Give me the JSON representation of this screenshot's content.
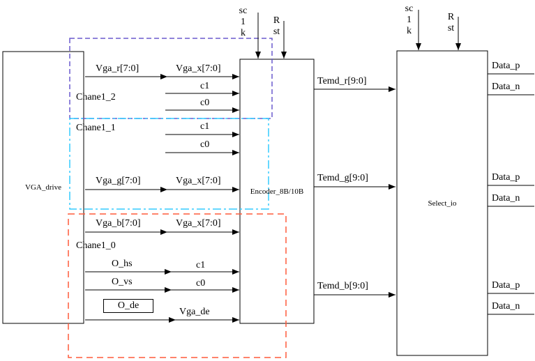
{
  "blocks": {
    "vga_drive": "VGA_drive",
    "encoder": "Encoder_8B/10B",
    "select_io": "Select_io"
  },
  "clock_reset": {
    "sclk": "sc1k",
    "rst": "Rst"
  },
  "channels": {
    "chanel2": "Chane1_2",
    "chanel1": "Chane1_1",
    "chanel0": "Chane1_0"
  },
  "signals": {
    "vga_r": "Vga_r[7:0]",
    "vga_g": "Vga_g[7:0]",
    "vga_b": "Vga_b[7:0]",
    "vga_x": "Vga_x[7:0]",
    "c1": "c1",
    "c0": "c0",
    "o_hs": "O_hs",
    "o_vs": "O_vs",
    "o_de": "O_de",
    "vga_de": "Vga_de",
    "temd_r": "Temd_r[9:0]",
    "temd_g": "Temd_g[9:0]",
    "temd_b": "Temd_b[9:0]",
    "data_p": "Data_p",
    "data_n": "Data_n"
  },
  "colors": {
    "chanel2-box": "#6a5acd",
    "chanel1-box": "#33ccff",
    "chanel0-box": "#ff5a3a",
    "wire": "#000000"
  }
}
